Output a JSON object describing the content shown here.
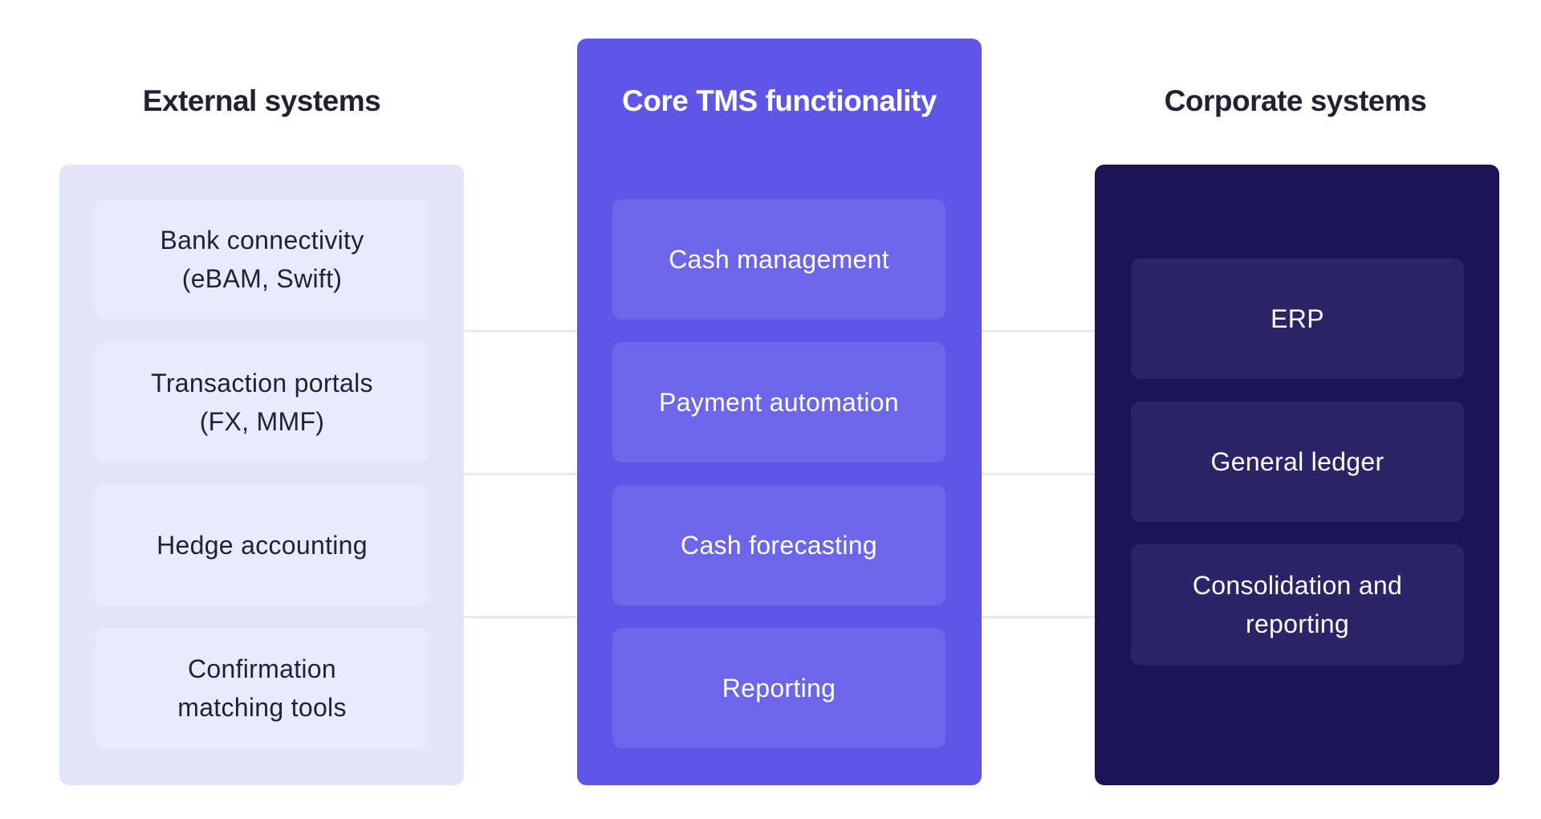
{
  "columns": {
    "external": {
      "title": "External systems",
      "items": [
        {
          "line1": "Bank connectivity",
          "line2": "(eBAM, Swift)"
        },
        {
          "line1": "Transaction portals",
          "line2": "(FX, MMF)"
        },
        {
          "line1": "Hedge accounting",
          "line2": ""
        },
        {
          "line1": "Confirmation",
          "line2": "matching tools"
        }
      ]
    },
    "core": {
      "title": "Core TMS functionality",
      "items": [
        {
          "line1": "Cash management"
        },
        {
          "line1": "Payment automation"
        },
        {
          "line1": "Cash forecasting"
        },
        {
          "line1": "Reporting"
        }
      ]
    },
    "corporate": {
      "title": "Corporate systems",
      "items": [
        {
          "line1": "ERP",
          "line2": ""
        },
        {
          "line1": "General ledger",
          "line2": ""
        },
        {
          "line1": "Consolidation and",
          "line2": "reporting"
        }
      ]
    }
  },
  "colors": {
    "external_panel": "#e3e6fb",
    "core_panel": "#5f56e8",
    "corporate_panel": "#1b1558",
    "connector": "#e6e8f6"
  }
}
